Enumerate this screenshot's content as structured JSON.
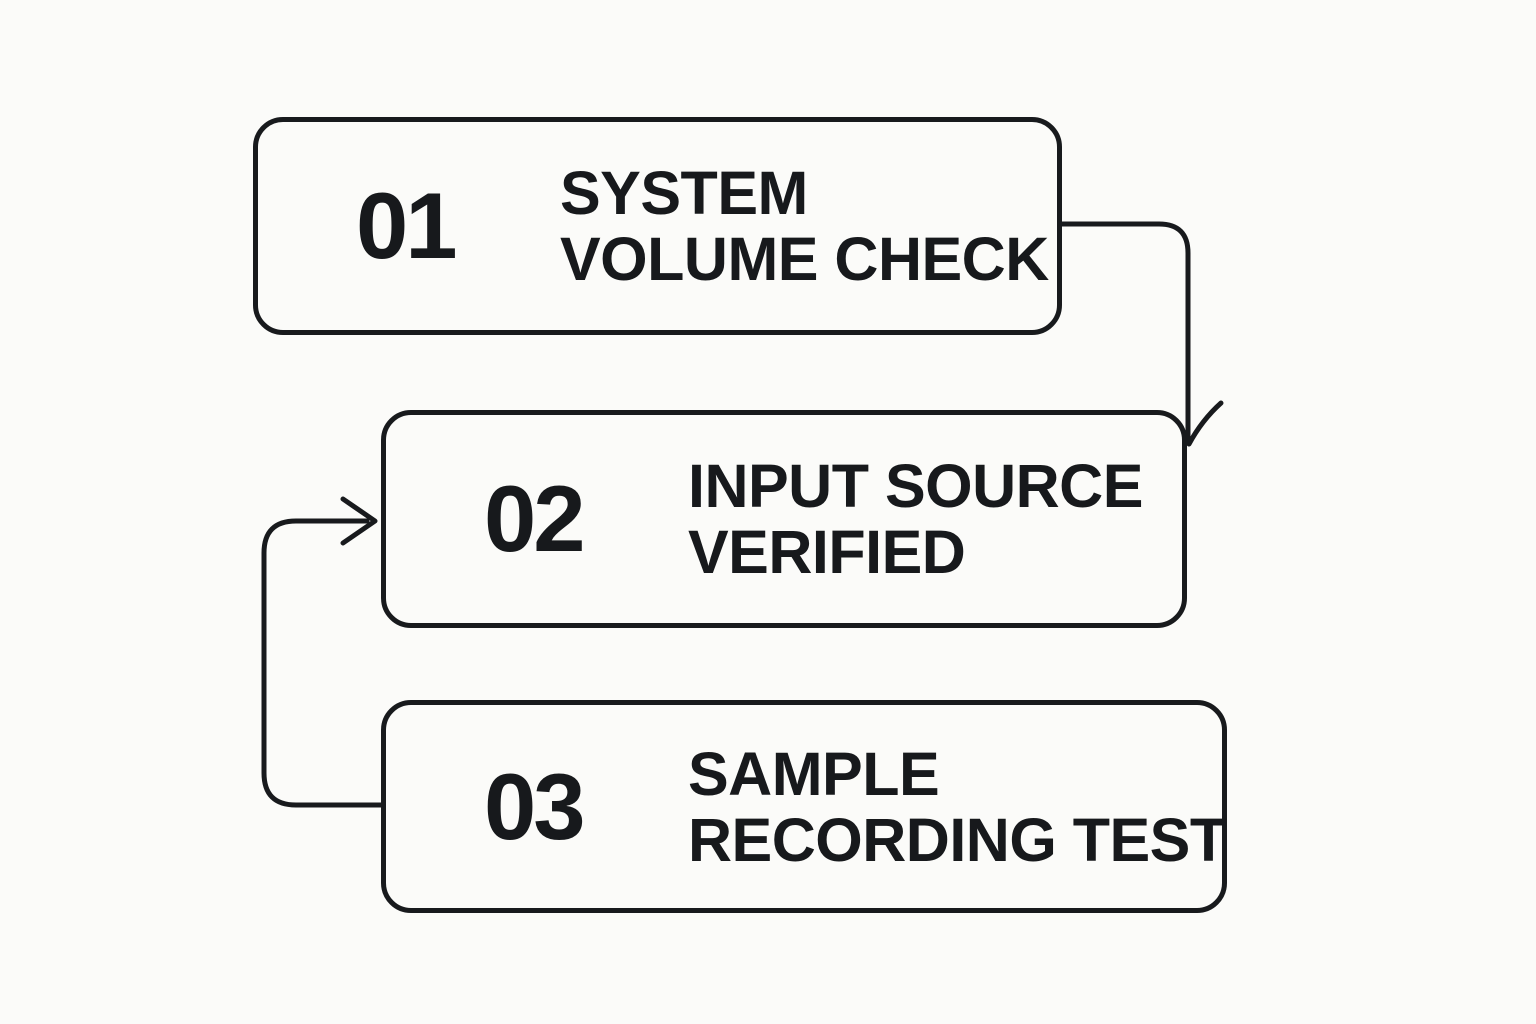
{
  "canvas": {
    "background_color": "#fbfbf9",
    "ink_color": "#181a1d"
  },
  "diagram": {
    "type": "flowchart",
    "steps": [
      {
        "number": "01",
        "lines": [
          "SYSTEM",
          "VOLUME CHECK"
        ]
      },
      {
        "number": "02",
        "lines": [
          "INPUT SOURCE",
          "VERIFIED"
        ]
      },
      {
        "number": "03",
        "lines": [
          "SAMPLE",
          "RECORDING TEST"
        ]
      }
    ],
    "connectors": [
      {
        "name": "step1-to-step2",
        "from": "01",
        "to": "02",
        "arrow": "down-into-top-right-corner"
      },
      {
        "name": "step3-to-step2",
        "from": "03",
        "to": "02",
        "arrow": "right-into-left-edge"
      }
    ]
  }
}
